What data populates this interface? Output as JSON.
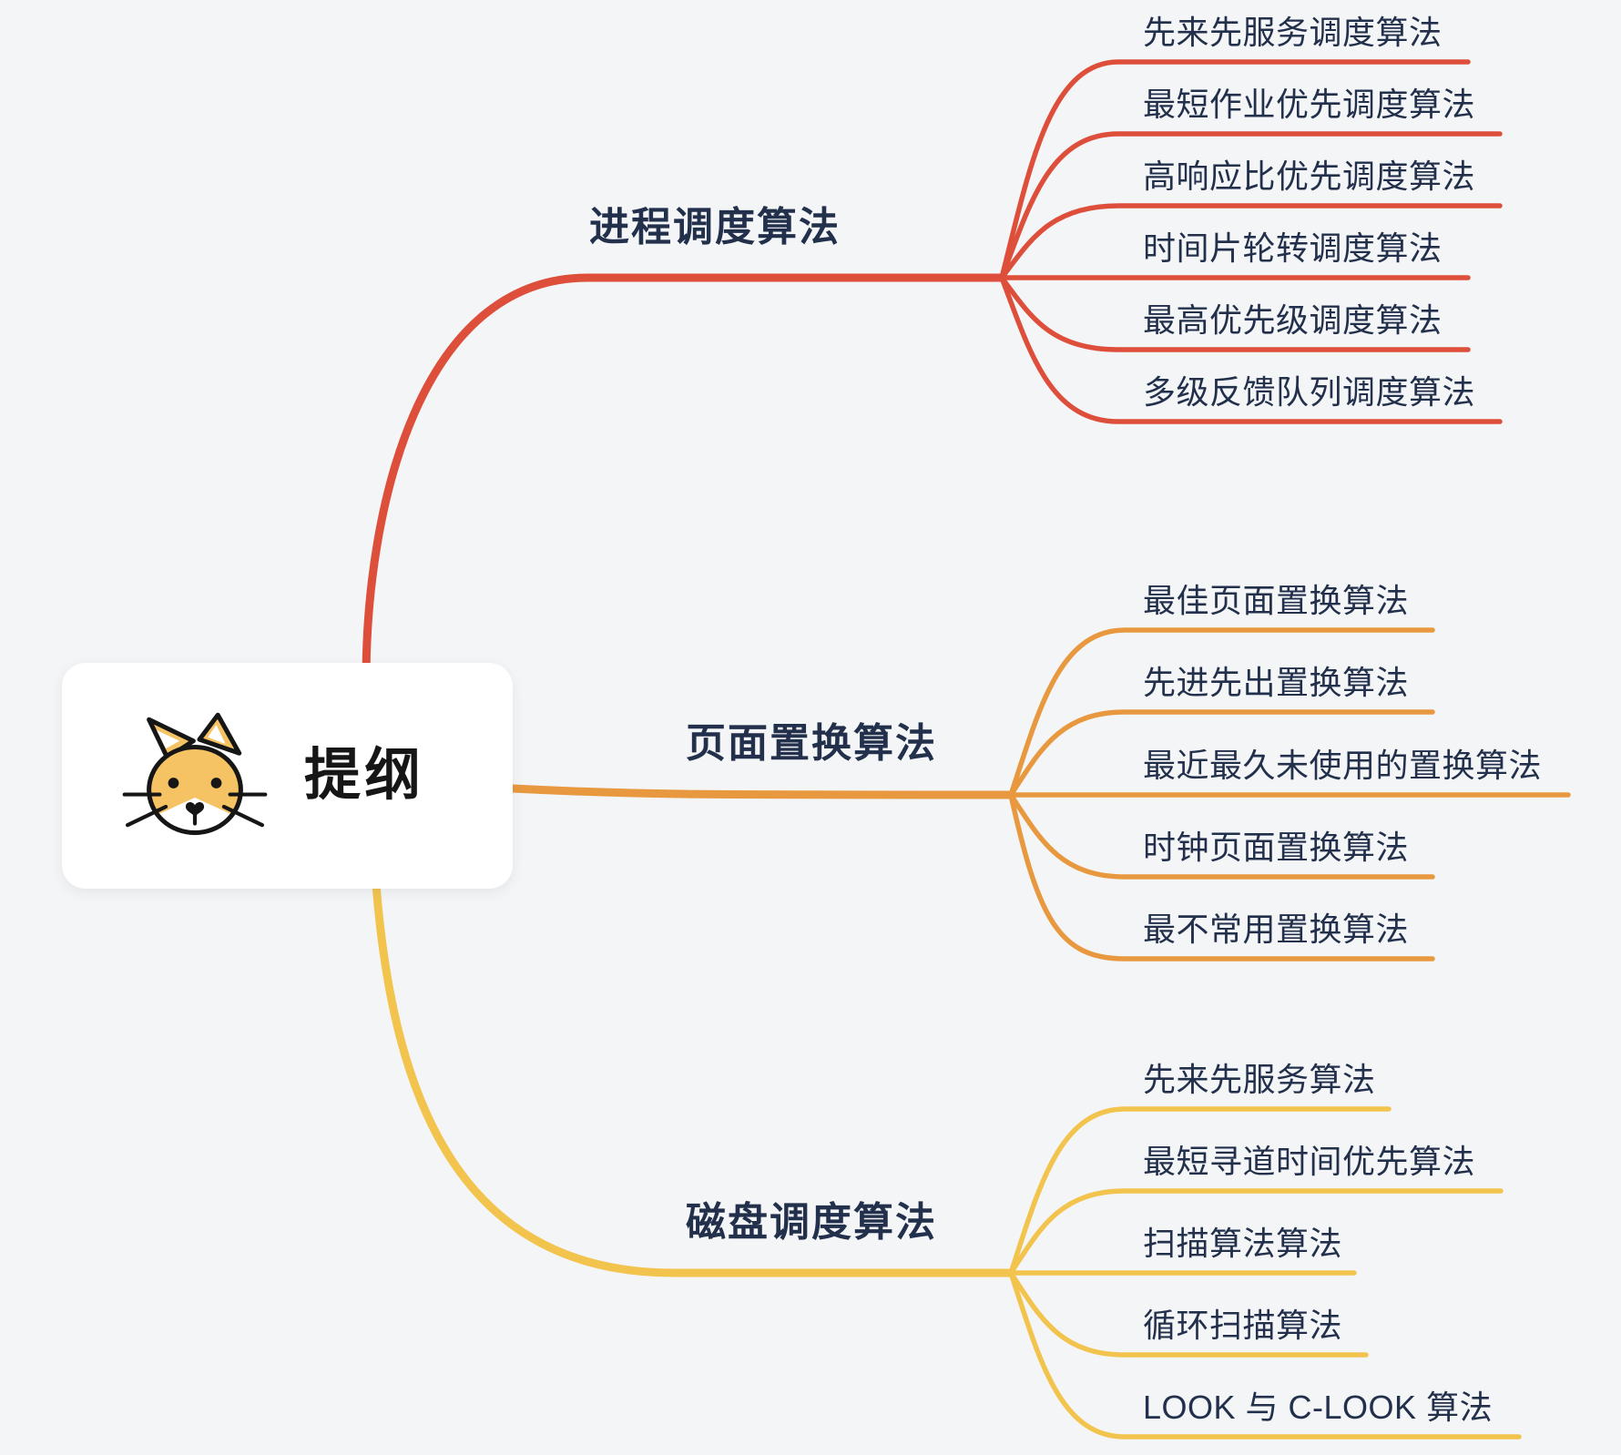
{
  "background_color": "#f4f5f7",
  "text_color": "#22304c",
  "root": {
    "label": "提纲",
    "icon": "cat-icon",
    "card_color": "#ffffff"
  },
  "branches": [
    {
      "label": "进程调度算法",
      "color": "#dd4f3b",
      "children": [
        "先来先服务调度算法",
        "最短作业优先调度算法",
        "高响应比优先调度算法",
        "时间片轮转调度算法",
        "最高优先级调度算法",
        "多级反馈队列调度算法"
      ]
    },
    {
      "label": "页面置换算法",
      "color": "#e8993f",
      "children": [
        "最佳页面置换算法",
        "先进先出置换算法",
        "最近最久未使用的置换算法",
        "时钟页面置换算法",
        "最不常用置换算法"
      ]
    },
    {
      "label": "磁盘调度算法",
      "color": "#f2c44e",
      "children": [
        "先来先服务算法",
        "最短寻道时间优先算法",
        "扫描算法算法",
        "循环扫描算法",
        "LOOK 与 C-LOOK 算法"
      ]
    }
  ]
}
